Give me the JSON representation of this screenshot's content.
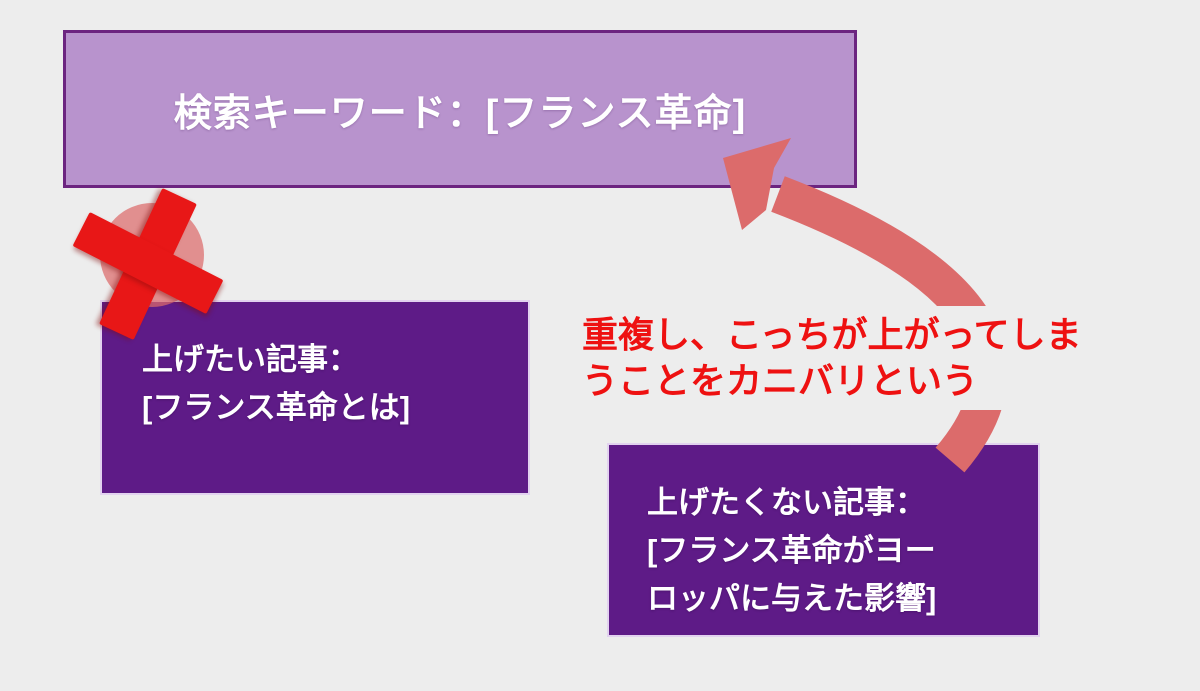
{
  "slide": {
    "background": "#EDEDED"
  },
  "keyword_box": {
    "label": "検索キーワード：[フランス革命]",
    "fill": "#B893CD",
    "border": "#6C2480",
    "text_color": "#FFFFFF"
  },
  "target_article_box": {
    "lines": [
      "上げたい記事：",
      "[フランス革命とは]"
    ],
    "fill": "#5E1B87",
    "text_color": "#FFFFFF"
  },
  "unwanted_article_box": {
    "lines": [
      "上げたくない記事：",
      "[フランス革命がヨー",
      "ロッパに与えた影響]"
    ],
    "fill": "#5E1B87",
    "text_color": "#FFFFFF"
  },
  "annotation": {
    "lines": [
      "重複し、こっちが上がってしま",
      "うことをカニバリという"
    ],
    "color": "#EE1111"
  },
  "arrow": {
    "color": "#DC6B6B"
  },
  "cross_mark": {
    "bar_color": "#E81717",
    "halo_color": "#DC6B6B"
  }
}
